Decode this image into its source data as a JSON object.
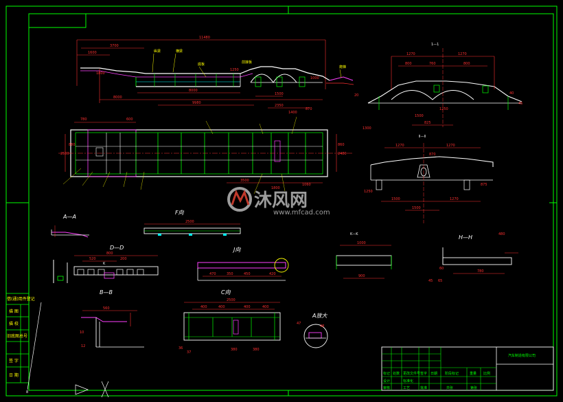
{
  "colors": {
    "background": "#000000",
    "frame": "#00ff00",
    "dimension": "#ff3030",
    "structure_white": "#ffffff",
    "structure_green": "#00ff00",
    "structure_cyan": "#00ffff",
    "structure_magenta": "#ff40ff",
    "leader_yellow": "#ffff00"
  },
  "views": {
    "elevation": {
      "dims": [
        "11480",
        "3700",
        "1600",
        "1800",
        "8000",
        "8000",
        "9980",
        "2350",
        "1500",
        "1400",
        "870",
        "1250",
        "1000"
      ],
      "labels": [
        "纵梁",
        "横梁",
        "底板",
        "前接板",
        "爬梯"
      ]
    },
    "plan": {
      "dims": [
        "780",
        "600",
        "2500",
        "880",
        "2480",
        "860",
        "3500",
        "1800",
        "1060"
      ]
    },
    "section_1": {
      "title": "1—1",
      "dims": [
        "1270",
        "1270",
        "800",
        "760",
        "800",
        "825",
        "40",
        "45",
        "20",
        "1500",
        "1250",
        "1300"
      ]
    },
    "section_2": {
      "title": "Ⅱ—Ⅱ",
      "dims": [
        "1270",
        "1270",
        "870",
        "1500",
        "1270",
        "1500",
        "1250",
        "875"
      ]
    },
    "view_aa": {
      "title": "A—A"
    },
    "view_f": {
      "title": "F向",
      "dims": [
        "2500"
      ]
    },
    "view_dd": {
      "title": "D—D",
      "dims": [
        "800",
        "520",
        "200",
        "K"
      ]
    },
    "view_bb": {
      "title": "B—B",
      "dims": [
        "560",
        "10",
        "12"
      ]
    },
    "view_j": {
      "title": "J向",
      "dims": [
        "470",
        "350",
        "450",
        "420"
      ]
    },
    "view_k": {
      "title": "K—K",
      "dims": [
        "1000",
        "900"
      ]
    },
    "view_h": {
      "title": "H—H",
      "dims": [
        "480",
        "780",
        "60",
        "45",
        "65"
      ]
    },
    "view_c": {
      "title": "C向",
      "dims": [
        "2500",
        "400",
        "400",
        "400",
        "400",
        "380",
        "380",
        "36",
        "37"
      ]
    },
    "detail_a": {
      "title": "A放大",
      "dims": [
        "47",
        "48"
      ]
    }
  },
  "side_labels": [
    "借(通)用件登记",
    "描 图",
    "描 校",
    "旧底图总号",
    "签 字",
    "日 期"
  ],
  "title_block": {
    "company": "汽车制造有限公司",
    "rows": [
      "标记",
      "处数",
      "更改文件号",
      "签字",
      "日期",
      "设计",
      "标准化",
      "阶段标记",
      "重量",
      "比例",
      "审核",
      "工艺",
      "批准",
      "共张",
      "第张"
    ]
  },
  "watermark": {
    "brand": "沐风网",
    "url": "www.mfcad.com",
    "icon": "mf-logo-icon"
  }
}
